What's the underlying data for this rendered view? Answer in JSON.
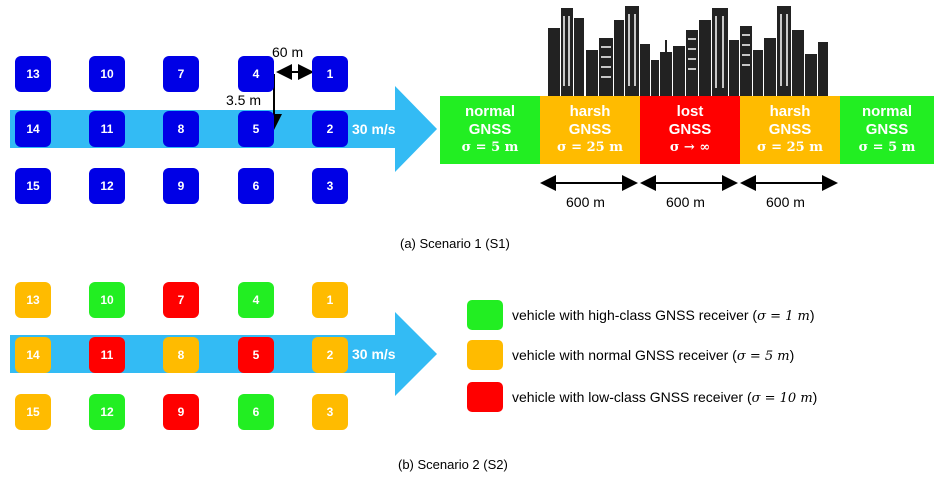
{
  "colors": {
    "arrow": "#33bbf4",
    "blue": "#0000e6",
    "green": "#22ee22",
    "orange": "#ffbb00",
    "red": "#ff0000",
    "city": "#222222"
  },
  "s1": {
    "vehicles": [
      "13",
      "10",
      "7",
      "4",
      "1",
      "14",
      "11",
      "8",
      "5",
      "2",
      "15",
      "12",
      "9",
      "6",
      "3"
    ],
    "speed": "30 m/s",
    "dim_gap": "60 m",
    "dim_lane": "3.5 m",
    "zones": [
      {
        "line1": "normal",
        "line2": "GNSS",
        "sigma": "σ = 5 m",
        "color": "green"
      },
      {
        "line1": "harsh",
        "line2": "GNSS",
        "sigma": "σ = 25 m",
        "color": "orange"
      },
      {
        "line1": "lost",
        "line2": "GNSS",
        "sigma": "σ → ∞",
        "color": "red"
      },
      {
        "line1": "harsh",
        "line2": "GNSS",
        "sigma": "σ = 25 m",
        "color": "orange"
      },
      {
        "line1": "normal",
        "line2": "GNSS",
        "sigma": "σ = 5 m",
        "color": "green"
      }
    ],
    "segments": [
      "600 m",
      "600 m",
      "600 m"
    ],
    "caption": "(a) Scenario 1 (S1)"
  },
  "s2": {
    "vehicles": [
      {
        "id": "13",
        "color": "orange"
      },
      {
        "id": "10",
        "color": "green"
      },
      {
        "id": "7",
        "color": "red"
      },
      {
        "id": "4",
        "color": "green"
      },
      {
        "id": "1",
        "color": "orange"
      },
      {
        "id": "14",
        "color": "orange"
      },
      {
        "id": "11",
        "color": "red"
      },
      {
        "id": "8",
        "color": "orange"
      },
      {
        "id": "5",
        "color": "red"
      },
      {
        "id": "2",
        "color": "orange"
      },
      {
        "id": "15",
        "color": "orange"
      },
      {
        "id": "12",
        "color": "green"
      },
      {
        "id": "9",
        "color": "red"
      },
      {
        "id": "6",
        "color": "green"
      },
      {
        "id": "3",
        "color": "orange"
      }
    ],
    "speed": "30 m/s",
    "legend": [
      {
        "text": "vehicle with high-class GNSS receiver (",
        "sigma": "σ = 1 m",
        "close": ")",
        "color": "green"
      },
      {
        "text": "vehicle with normal GNSS receiver (",
        "sigma": "σ = 5 m",
        "close": ")",
        "color": "orange"
      },
      {
        "text": "vehicle with low-class GNSS receiver (",
        "sigma": "σ = 10 m",
        "close": ")",
        "color": "red"
      }
    ],
    "caption": "(b) Scenario 2 (S2)"
  }
}
